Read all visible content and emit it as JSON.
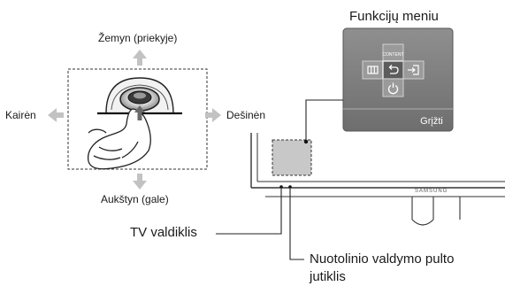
{
  "labels": {
    "down_front": "Žemyn (priekyje)",
    "left": "Kairėn",
    "right": "Dešinėn",
    "up_back": "Aukštyn (gale)",
    "function_menu": "Funkcijų meniu",
    "tv_controller": "TV valdiklis",
    "remote_sensor_line1": "Nuotolinio valdymo pulto",
    "remote_sensor_line2": "jutiklis"
  },
  "menu": {
    "content_label": "CONTENT",
    "back_label": "Grįžti"
  },
  "brand": "SAMSUNG"
}
